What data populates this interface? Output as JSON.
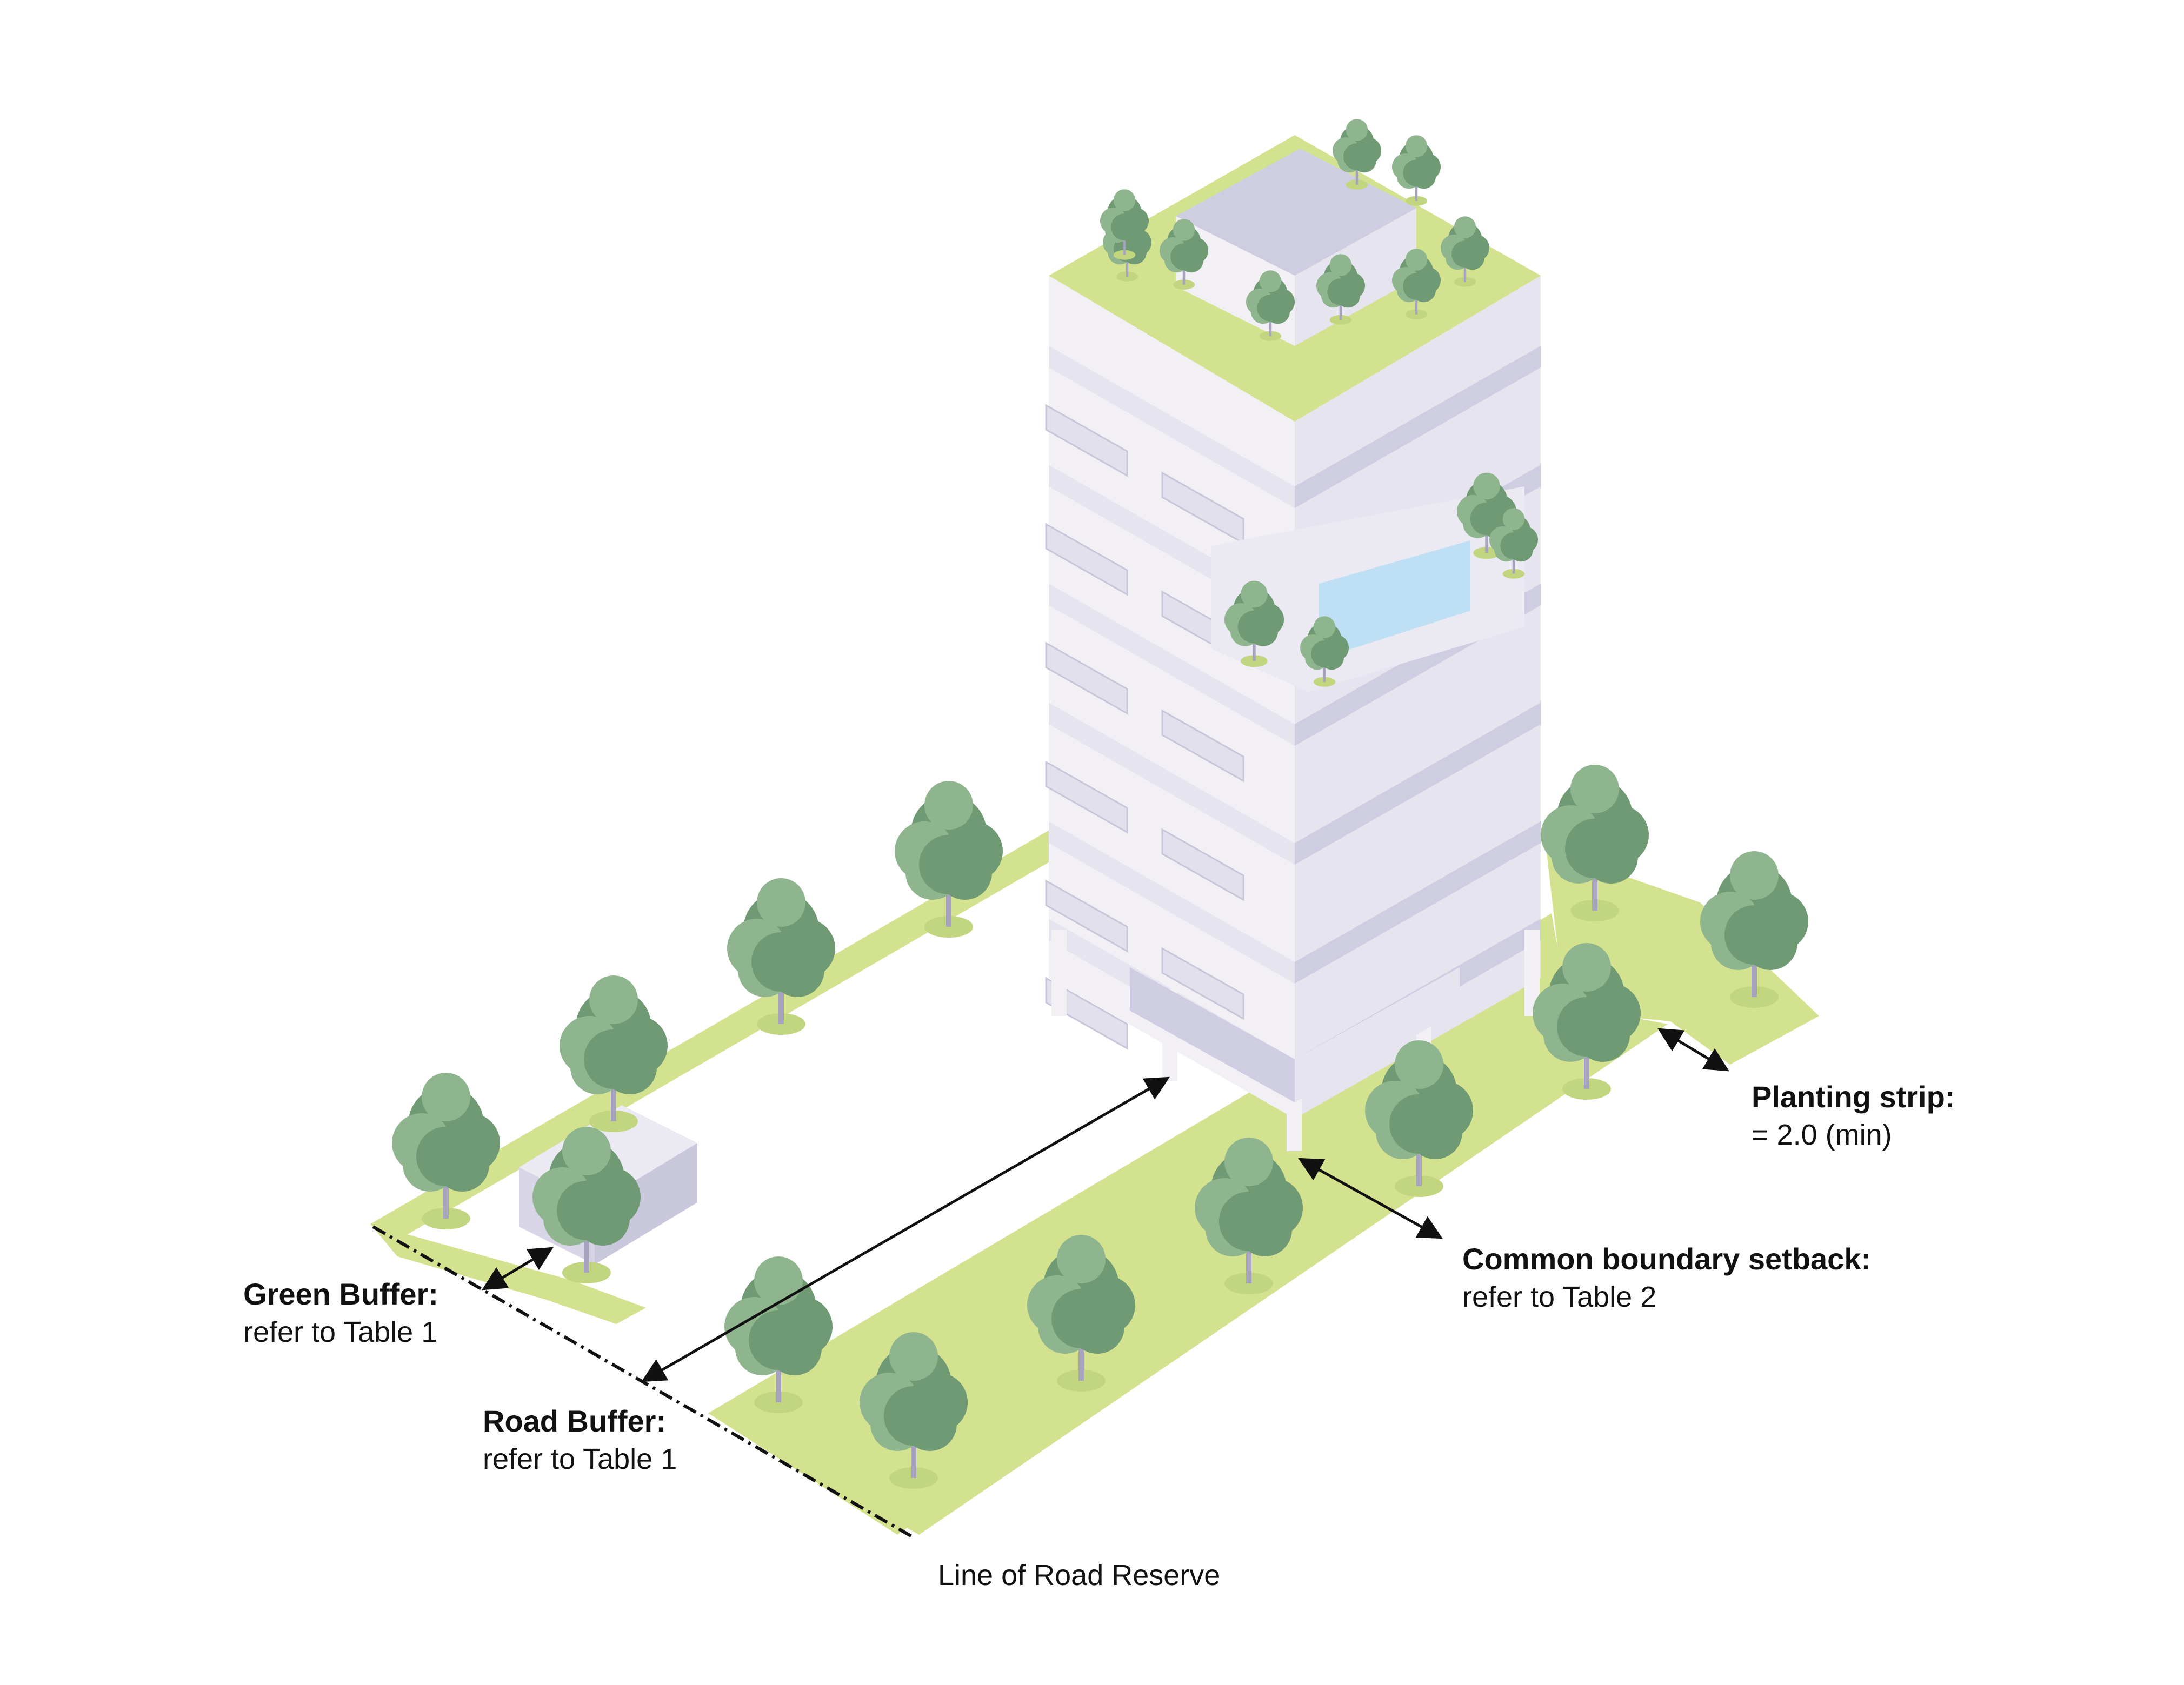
{
  "labels": {
    "green_buffer": {
      "title": "Green Buffer:",
      "note": "refer to Table 1"
    },
    "road_buffer": {
      "title": "Road Buffer:",
      "note": "refer to Table 1"
    },
    "common_boundary": {
      "title": "Common boundary setback:",
      "note": "refer to Table 2"
    },
    "planting_strip": {
      "title": "Planting strip:",
      "note": "= 2.0 (min)"
    },
    "road_reserve": "Line of Road Reserve"
  },
  "colors": {
    "grass": "#d3e28f",
    "building_light": "#f2f0f5",
    "building_mid": "#e6e4ef",
    "building_dark": "#cfcde2",
    "tree_canopy": "#8fb58f",
    "tree_canopy_dark": "#6f9a74",
    "trunk": "#a7a2bd",
    "pool": "#bfe0f4",
    "arrow": "#111111"
  }
}
